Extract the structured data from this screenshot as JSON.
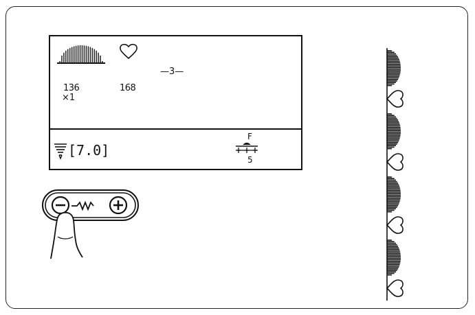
{
  "lcd": {
    "pattern_1_number": "136",
    "repeat_multiplier": "×1",
    "pattern_2_number": "168",
    "sequence_count": "—3—",
    "stitch_width": "[7.0]",
    "presser_foot": "F",
    "tension": "5"
  },
  "icons": {
    "pattern_1": "satin-scallop-stitch-icon",
    "pattern_2": "heart-stitch-icon",
    "stitch_width": "stitch-width-icon",
    "presser_foot": "presser-foot-icon",
    "width_adjust_key": "width-adjust-key",
    "finger": "finger-pressing-icon",
    "stitch_preview": "stitch-sample-preview"
  }
}
